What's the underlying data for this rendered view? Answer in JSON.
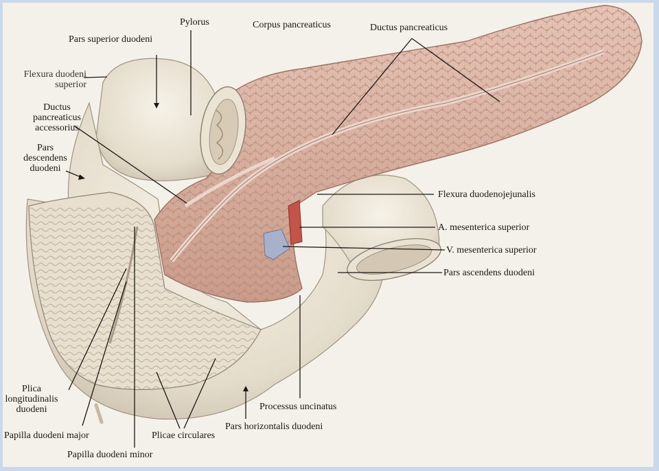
{
  "labels": {
    "pylorus": "Pylorus",
    "corpus_pancreaticus": "Corpus pancreaticus",
    "ductus_pancreaticus": "Ductus pancreaticus",
    "pars_superior_duodeni": "Pars superior duodeni",
    "flexura_duodeni_superior_1": "Flexura duodeni",
    "flexura_duodeni_superior_2": "superior",
    "ductus_pancreaticus_accessorius_1": "Ductus",
    "ductus_pancreaticus_accessorius_2": "pancreaticus",
    "ductus_pancreaticus_accessorius_3": "accessorius",
    "pars_descendens_duodeni_1": "Pars",
    "pars_descendens_duodeni_2": "descendens",
    "pars_descendens_duodeni_3": "duodeni",
    "flexura_duodenojejunalis": "Flexura duodenojejunalis",
    "a_mesenterica_superior": "A. mesenterica superior",
    "v_mesenterica_superior": "V. mesenterica superior",
    "pars_ascendens_duodeni": "Pars ascendens duodeni",
    "plica_longitudinalis_duodeni_1": "Plica",
    "plica_longitudinalis_duodeni_2": "longitudinalis",
    "plica_longitudinalis_duodeni_3": "duodeni",
    "processus_uncinatus": "Processus uncinatus",
    "papilla_duodeni_major": "Papilla duodeni major",
    "plicae_circulares": "Plicae circulares",
    "pars_horizontalis_duodeni": "Pars horizontalis duodeni",
    "papilla_duodeni_minor": "Papilla duodeni minor"
  },
  "colors": {
    "background": "#f3f1ea",
    "frame": "#c9d8ea",
    "pancreas": "#d9b3a3",
    "pancreas_shadow": "#b98a7a",
    "duodenum": "#ece6d8",
    "duodenum_shadow": "#c9bfae",
    "mucosa": "#e6dccb",
    "artery": "#c2544a",
    "vein": "#9aa6c4",
    "leader": "#1a1714"
  }
}
